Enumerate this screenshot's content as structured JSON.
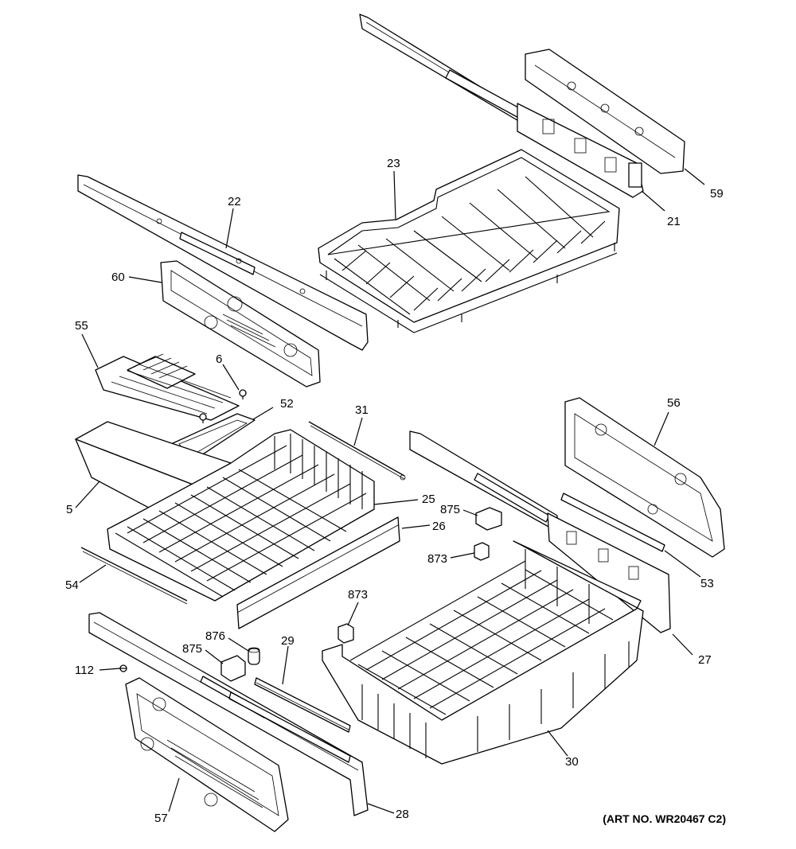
{
  "callouts": [
    {
      "id": "c59",
      "label": "59"
    },
    {
      "id": "c21",
      "label": "21"
    },
    {
      "id": "c23",
      "label": "23"
    },
    {
      "id": "c22",
      "label": "22"
    },
    {
      "id": "c60",
      "label": "60"
    },
    {
      "id": "c55",
      "label": "55"
    },
    {
      "id": "c6",
      "label": "6"
    },
    {
      "id": "c52",
      "label": "52"
    },
    {
      "id": "c31",
      "label": "31"
    },
    {
      "id": "c56",
      "label": "56"
    },
    {
      "id": "c25",
      "label": "25"
    },
    {
      "id": "c5",
      "label": "5"
    },
    {
      "id": "c26",
      "label": "26"
    },
    {
      "id": "c875a",
      "label": "875"
    },
    {
      "id": "c873a",
      "label": "873"
    },
    {
      "id": "c53",
      "label": "53"
    },
    {
      "id": "c54",
      "label": "54"
    },
    {
      "id": "c873b",
      "label": "873"
    },
    {
      "id": "c27",
      "label": "27"
    },
    {
      "id": "c876",
      "label": "876"
    },
    {
      "id": "c875b",
      "label": "875"
    },
    {
      "id": "c29",
      "label": "29"
    },
    {
      "id": "c112",
      "label": "112"
    },
    {
      "id": "c30",
      "label": "30"
    },
    {
      "id": "c57",
      "label": "57"
    },
    {
      "id": "c28",
      "label": "28"
    }
  ],
  "art_number": "(ART NO. WR20467 C2)"
}
